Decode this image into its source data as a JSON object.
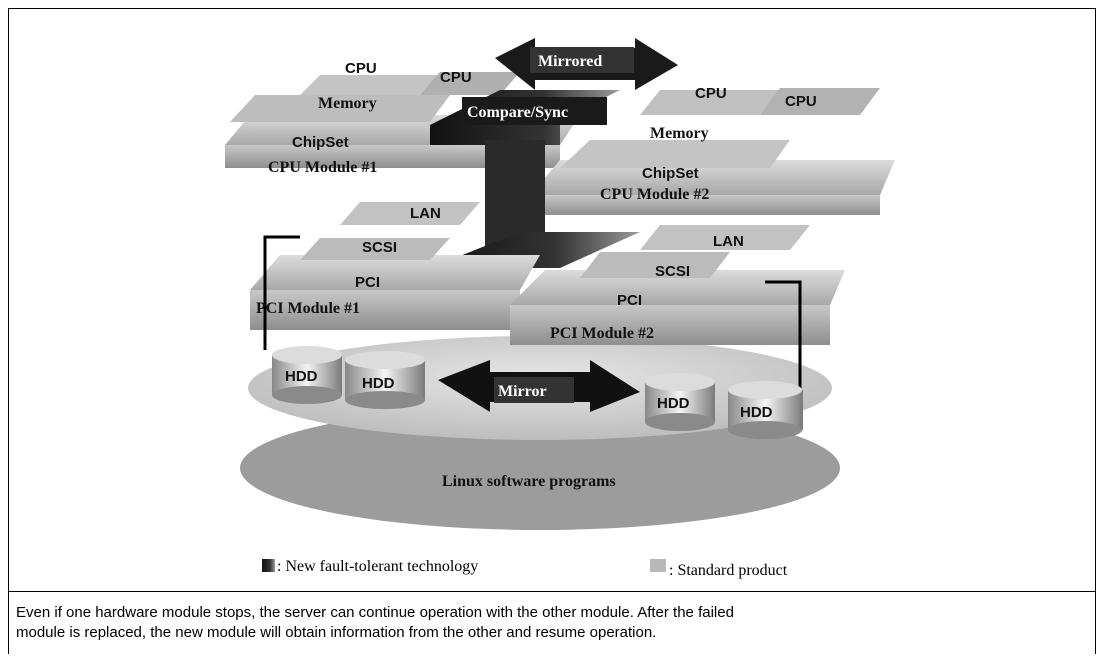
{
  "diagram": {
    "labels": {
      "mirrored": "Mirrored",
      "compare_sync": "Compare/Sync",
      "mirror": "Mirror",
      "cpu_module_1": "CPU Module #1",
      "cpu_module_2": "CPU Module #2",
      "pci_module_1": "PCI Module #1",
      "pci_module_2": "PCI Module #2",
      "linux": "Linux software programs"
    },
    "components": {
      "cpu": "CPU",
      "memory": "Memory",
      "chipset": "ChipSet",
      "lan": "LAN",
      "scsi": "SCSI",
      "pci": "PCI",
      "hdd": "HDD"
    }
  },
  "legend": {
    "new_tech": ": New fault-tolerant technology",
    "standard": ": Standard product",
    "new_tech_color": "#1a1a1a",
    "standard_color": "#b8b8b8"
  },
  "caption": {
    "line1": "Even if one hardware module stops, the server can continue operation with the other module. After the failed",
    "line2": "module is replaced, the new module will obtain information from the other and resume operation."
  }
}
